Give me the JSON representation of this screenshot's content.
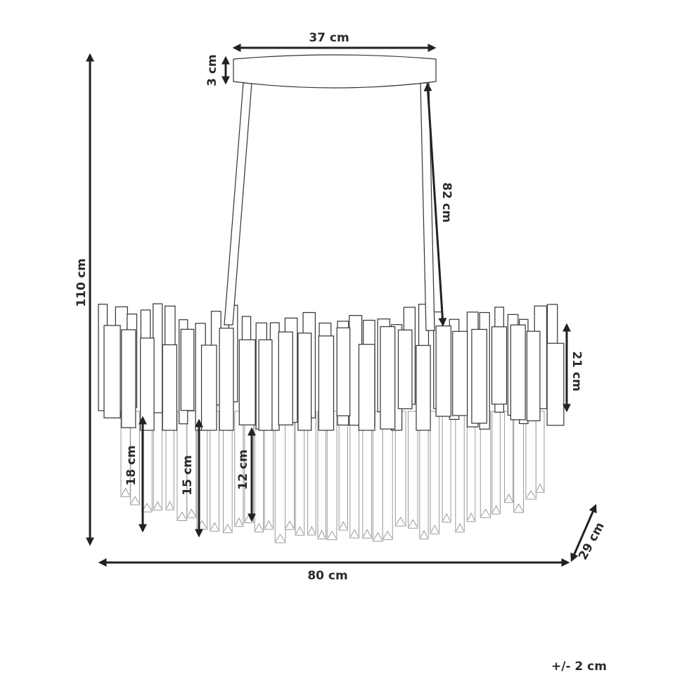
{
  "dimensions": {
    "canopy_width": "37 cm",
    "canopy_height": "3 cm",
    "total_height": "110 cm",
    "rod_length": "82 cm",
    "ring_height": "21 cm",
    "drop_long": "18 cm",
    "drop_medium": "15 cm",
    "drop_short": "12 cm",
    "total_width": "80 cm",
    "depth": "29 cm"
  },
  "tolerance": "+/- 2 cm",
  "colors": {
    "line": "#222222",
    "outline": "#333333",
    "drop": "#999999"
  }
}
